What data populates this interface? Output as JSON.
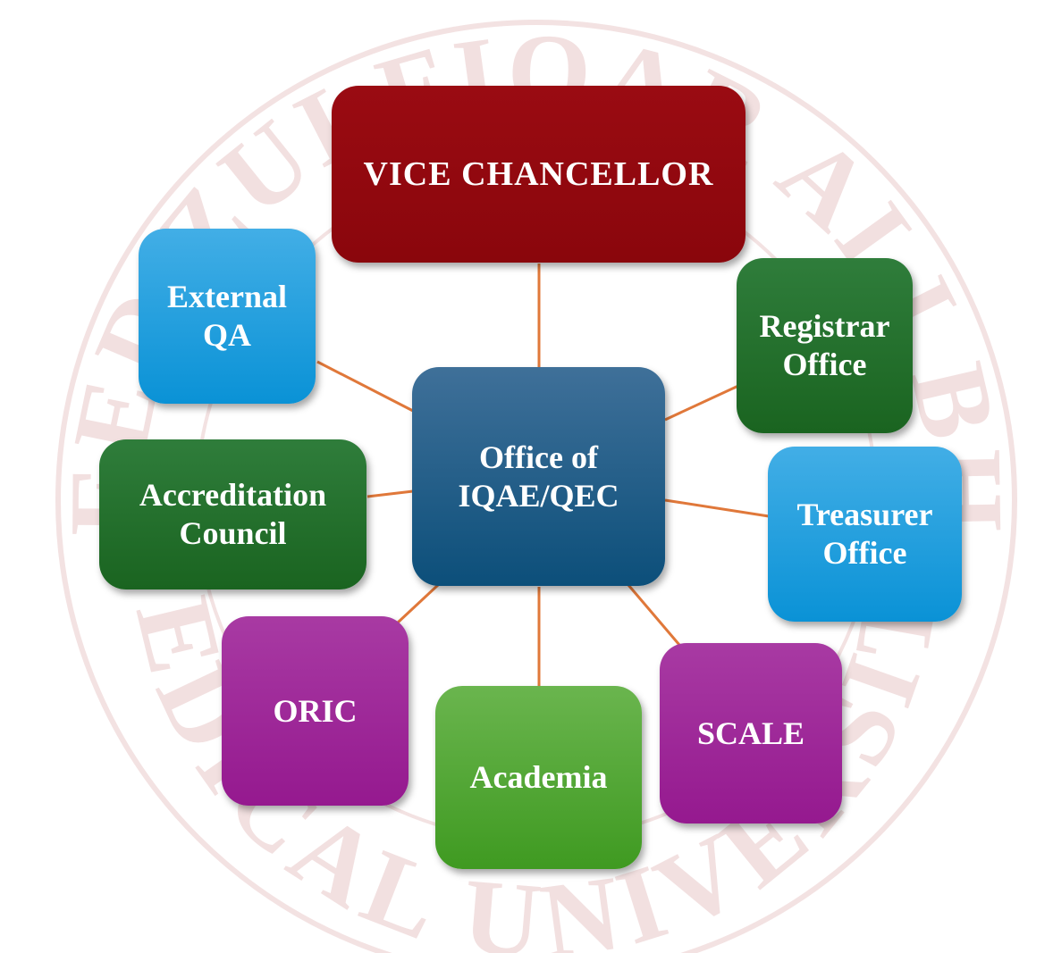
{
  "watermark": {
    "top_text": "SHAHEED ZULFIQAR ALI BHUTTO",
    "bottom_text": "MEDICAL UNIVERSITY",
    "color": "#f1dcdc"
  },
  "connector_color": "#e0783a",
  "nodes": {
    "vice_chancellor": "VICE CHANCELLOR",
    "center": "Office of\nIQAE/QEC",
    "external_qa": "External\nQA",
    "registrar": "Registrar\nOffice",
    "accreditation": "Accreditation\nCouncil",
    "treasurer": "Treasurer\nOffice",
    "oric": "ORIC",
    "academia": "Academia",
    "scale": "SCALE"
  }
}
